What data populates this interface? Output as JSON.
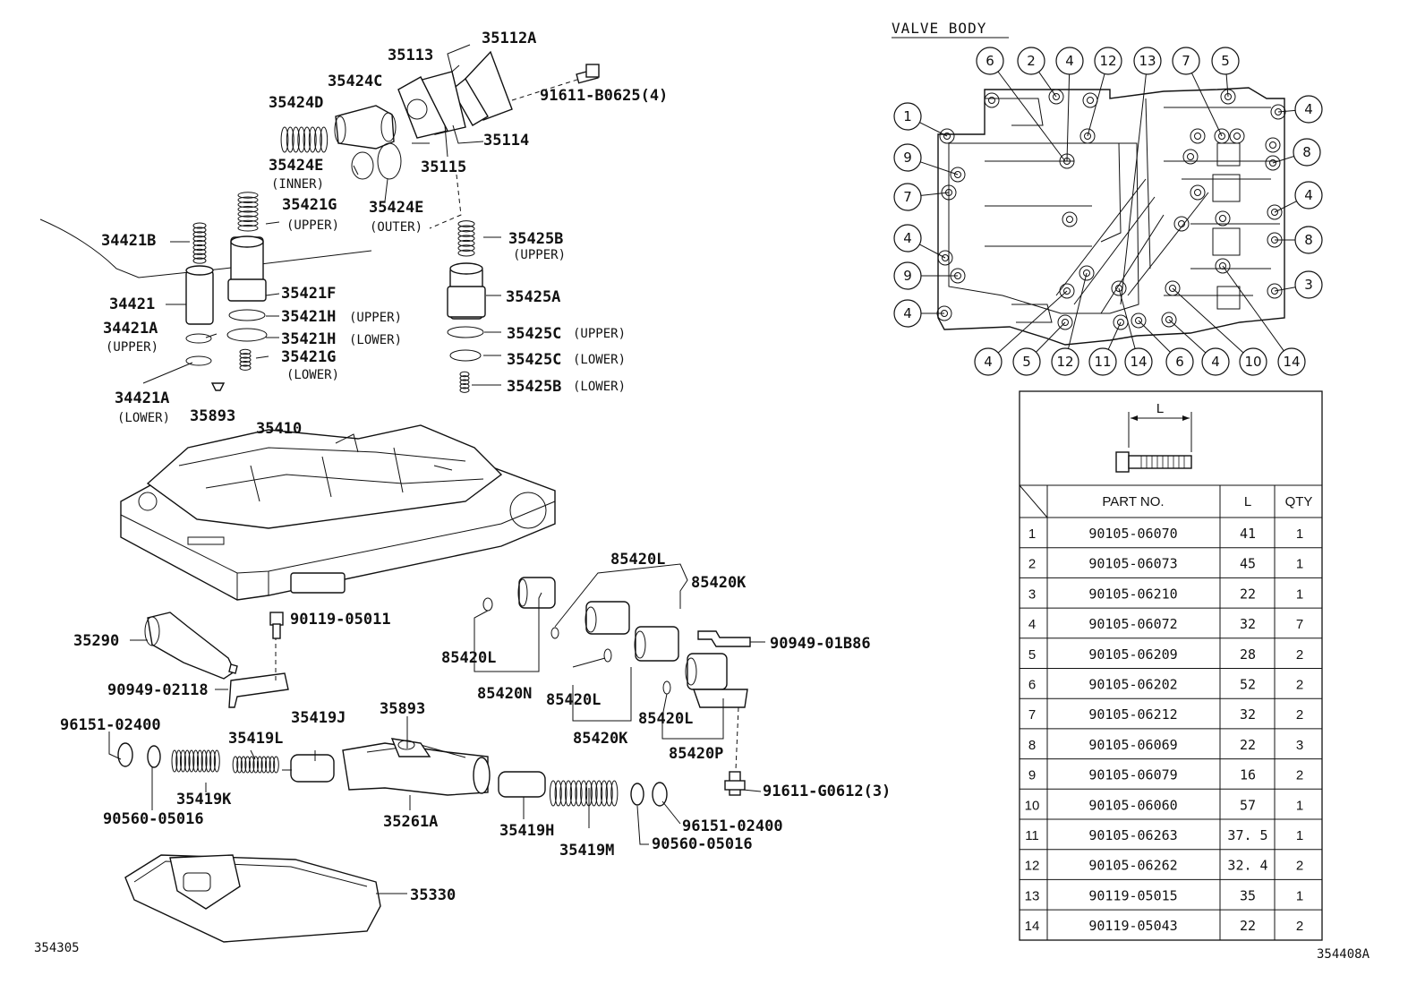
{
  "corner_codes": {
    "left": "354305",
    "right": "354408A"
  },
  "valve_body_title": "VALVE BODY",
  "labels": {
    "p35112A": "35112A",
    "p35113": "35113",
    "p35424C": "35424C",
    "p35424D": "35424D",
    "p91611B": "91611-B0625(4)",
    "p35114": "35114",
    "p35115": "35115",
    "p35424E_inner": "35424E",
    "inner": "(INNER)",
    "p35424E_outer": "35424E",
    "outer": "(OUTER)",
    "p35421G_up": "35421G",
    "upper1": "(UPPER)",
    "p34421B": "34421B",
    "p34421": "34421",
    "p35421F": "35421F",
    "p35421H_up": "35421H",
    "upper2": "(UPPER)",
    "p35421H_low": "35421H",
    "lower2": "(LOWER)",
    "p34421A_up": "34421A",
    "upper3": "(UPPER)",
    "p35421G_low": "35421G",
    "lower3": "(LOWER)",
    "p34421A_low": "34421A",
    "lower4": "(LOWER)",
    "p35893a": "35893",
    "p35425B_up": "35425B",
    "upper4": "(UPPER)",
    "p35425A": "35425A",
    "p35425C_up": "35425C",
    "upper5": "(UPPER)",
    "p35425C_low": "35425C",
    "lower5": "(LOWER)",
    "p35425B_low": "35425B",
    "lower6": "(LOWER)",
    "p35410": "35410",
    "p85420L_a": "85420L",
    "p85420K_a": "85420K",
    "p90119": "90119-05011",
    "p90949_01": "90949-01B86",
    "p35290": "35290",
    "p85420L_b": "85420L",
    "p90949_02": "90949-02118",
    "p85420N": "85420N",
    "p85420L_c": "85420L",
    "p85420L_d": "85420L",
    "p85420K_b": "85420K",
    "p85420P": "85420P",
    "p96151a": "96151-02400",
    "p35419L": "35419L",
    "p35419J": "35419J",
    "p35893b": "35893",
    "p91611G": "91611-G0612(3)",
    "p35419K": "35419K",
    "p90560a": "90560-05016",
    "p35261A": "35261A",
    "p35419H": "35419H",
    "p96151b": "96151-02400",
    "p35419M": "35419M",
    "p90560b": "90560-05016",
    "p35330": "35330"
  },
  "callouts": {
    "top": [
      "6",
      "2",
      "4",
      "12",
      "13",
      "7",
      "5"
    ],
    "right": [
      "4",
      "8",
      "4",
      "8",
      "3"
    ],
    "left": [
      "1",
      "9",
      "7",
      "4",
      "9",
      "4"
    ],
    "bottom": [
      "4",
      "5",
      "12",
      "11",
      "14",
      "6",
      "4",
      "10",
      "14"
    ]
  },
  "bolt_table": {
    "dimension_label": "L",
    "headers": {
      "part_no": "PART NO.",
      "l": "L",
      "qty": "QTY"
    },
    "rows": [
      {
        "no": "1",
        "part_no": "90105-06070",
        "l": "41",
        "qty": "1"
      },
      {
        "no": "2",
        "part_no": "90105-06073",
        "l": "45",
        "qty": "1"
      },
      {
        "no": "3",
        "part_no": "90105-06210",
        "l": "22",
        "qty": "1"
      },
      {
        "no": "4",
        "part_no": "90105-06072",
        "l": "32",
        "qty": "7"
      },
      {
        "no": "5",
        "part_no": "90105-06209",
        "l": "28",
        "qty": "2"
      },
      {
        "no": "6",
        "part_no": "90105-06202",
        "l": "52",
        "qty": "2"
      },
      {
        "no": "7",
        "part_no": "90105-06212",
        "l": "32",
        "qty": "2"
      },
      {
        "no": "8",
        "part_no": "90105-06069",
        "l": "22",
        "qty": "3"
      },
      {
        "no": "9",
        "part_no": "90105-06079",
        "l": "16",
        "qty": "2"
      },
      {
        "no": "10",
        "part_no": "90105-06060",
        "l": "57",
        "qty": "1"
      },
      {
        "no": "11",
        "part_no": "90105-06263",
        "l": "37. 5",
        "qty": "1"
      },
      {
        "no": "12",
        "part_no": "90105-06262",
        "l": "32. 4",
        "qty": "2"
      },
      {
        "no": "13",
        "part_no": "90119-05015",
        "l": "35",
        "qty": "1"
      },
      {
        "no": "14",
        "part_no": "90119-05043",
        "l": "22",
        "qty": "2"
      }
    ]
  }
}
